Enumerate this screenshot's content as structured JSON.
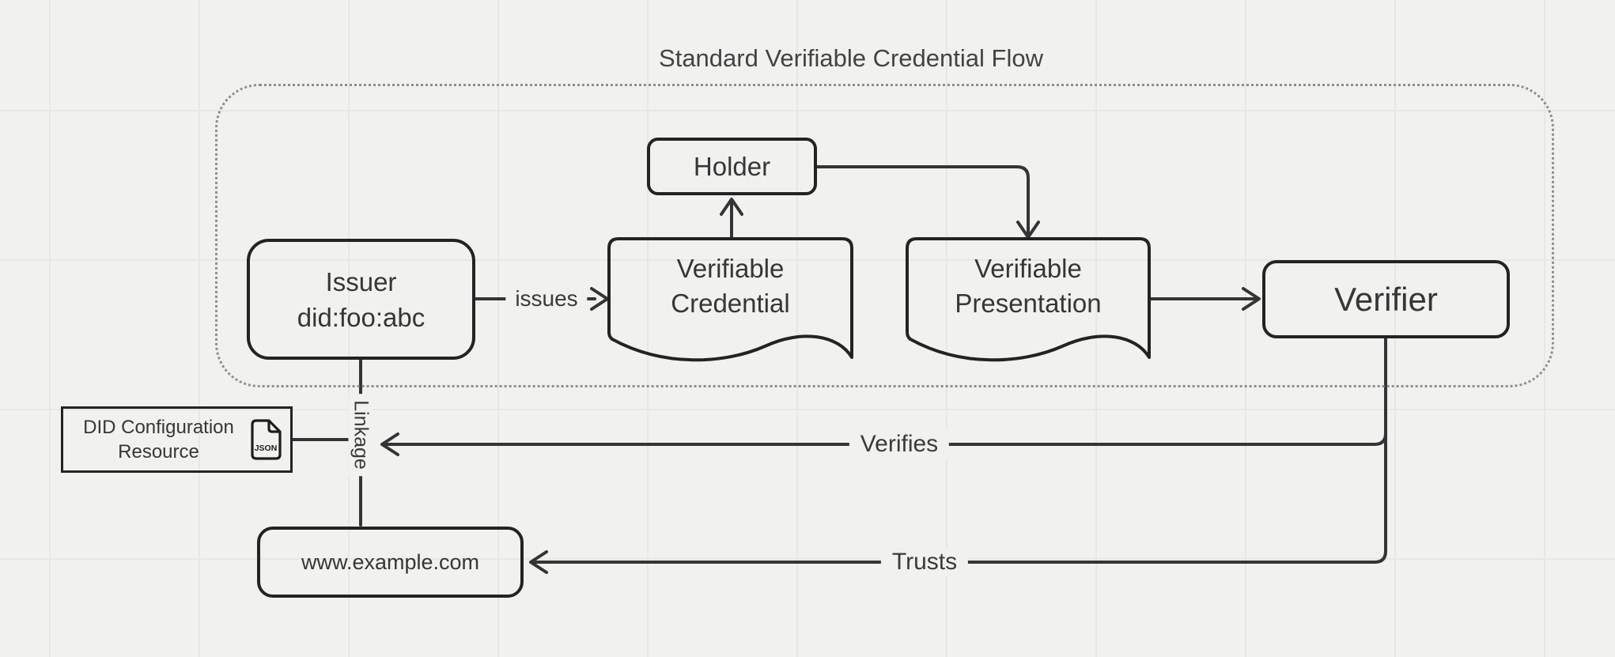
{
  "diagram": {
    "title": "Standard Verifiable Credential Flow",
    "nodes": {
      "holder": {
        "label": "Holder"
      },
      "issuer": {
        "line1": "Issuer",
        "line2": "did:foo:abc"
      },
      "verifiable_credential": {
        "line1": "Verifiable",
        "line2": "Credential"
      },
      "verifiable_presentation": {
        "line1": "Verifiable",
        "line2": "Presentation"
      },
      "verifier": {
        "label": "Verifier"
      },
      "did_configuration_resource": {
        "line1": "DID Configuration",
        "line2": "Resource",
        "icon_text": "JSON"
      },
      "website": {
        "label": "www.example.com"
      }
    },
    "edges": {
      "issues": "issues",
      "linkage": "Linkage",
      "verifies": "Verifies",
      "trusts": "Trusts"
    },
    "connections": [
      {
        "from": "issuer",
        "to": "verifiable_credential",
        "label": "issues"
      },
      {
        "from": "verifiable_credential",
        "to": "holder",
        "label": ""
      },
      {
        "from": "holder",
        "to": "verifiable_presentation",
        "label": ""
      },
      {
        "from": "verifiable_presentation",
        "to": "verifier",
        "label": ""
      },
      {
        "from": "issuer",
        "to": "website",
        "label": "Linkage"
      },
      {
        "from": "did_configuration_resource",
        "to": "linkage-line",
        "label": ""
      },
      {
        "from": "verifier",
        "to": "linkage-line",
        "label": "Verifies"
      },
      {
        "from": "verifier",
        "to": "website",
        "label": "Trusts"
      }
    ],
    "colors": {
      "background": "#f1f1ef",
      "grid_line": "#e7e7e5",
      "shape_stroke": "#232323",
      "edge_stroke": "#343434",
      "text": "#363636",
      "boundary_dots": "#8e8e8e"
    }
  }
}
